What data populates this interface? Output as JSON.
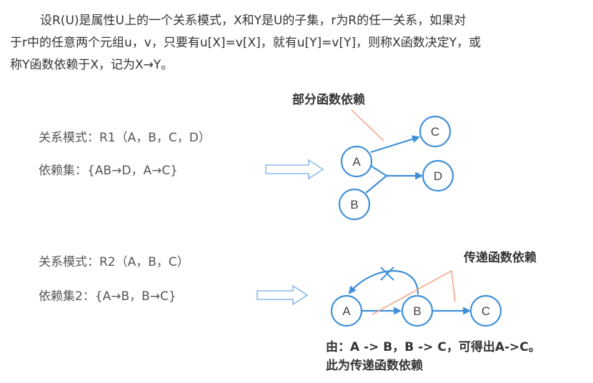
{
  "intro": {
    "line1": "设R(U)是属性U上的一个关系模式，X和Y是U的子集，r为R的任一关系，如果对",
    "line2": "于r中的任意两个元组u，v，只要有u[X]=v[X]，就有u[Y]=v[Y]，则称X函数决定Y，或",
    "line3": "称Y函数依赖于X，记为X→Y。"
  },
  "example1": {
    "schema": "关系模式：R1（A，B，C，D）",
    "deps": "依赖集：{AB→D，A→C}",
    "title": "部分函数依赖",
    "nodes": {
      "a": "A",
      "b": "B",
      "c": "C",
      "d": "D"
    }
  },
  "example2": {
    "schema": "关系模式：R2（A，B，C）",
    "deps": "依赖集2：{A→B，B→C}",
    "title": "传递函数依赖",
    "nodes": {
      "a": "A",
      "b": "B",
      "c": "C"
    },
    "note_line1": "由：A -> B，B -> C，可得出A->C。",
    "note_line2": "此为传递函数依赖"
  },
  "colors": {
    "node_stroke": "#3f8fd8",
    "edge": "#3f8fd8",
    "implies_arrow": "#8ab8e8",
    "callout": "#f0a080"
  }
}
